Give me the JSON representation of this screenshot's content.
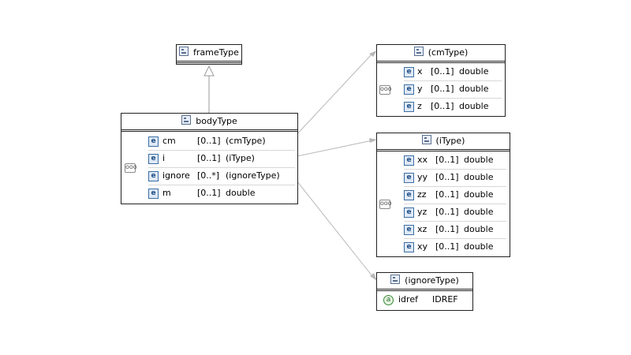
{
  "frame": {
    "name": "frameType"
  },
  "body": {
    "name": "bodyType",
    "rows": [
      {
        "kind": "e",
        "name": "cm",
        "card": "[0..1]",
        "type": "(cmType)"
      },
      {
        "kind": "e",
        "name": "i",
        "card": "[0..1]",
        "type": "(iType)"
      },
      {
        "kind": "e",
        "name": "ignore",
        "card": "[0..*]",
        "type": "(ignoreType)"
      },
      {
        "kind": "e",
        "name": "m",
        "card": "[0..1]",
        "type": "double"
      }
    ]
  },
  "cm": {
    "name": "(cmType)",
    "rows": [
      {
        "kind": "e",
        "name": "x",
        "card": "[0..1]",
        "type": "double"
      },
      {
        "kind": "e",
        "name": "y",
        "card": "[0..1]",
        "type": "double"
      },
      {
        "kind": "e",
        "name": "z",
        "card": "[0..1]",
        "type": "double"
      }
    ]
  },
  "itype": {
    "name": "(iType)",
    "rows": [
      {
        "kind": "e",
        "name": "xx",
        "card": "[0..1]",
        "type": "double"
      },
      {
        "kind": "e",
        "name": "yy",
        "card": "[0..1]",
        "type": "double"
      },
      {
        "kind": "e",
        "name": "zz",
        "card": "[0..1]",
        "type": "double"
      },
      {
        "kind": "e",
        "name": "yz",
        "card": "[0..1]",
        "type": "double"
      },
      {
        "kind": "e",
        "name": "xz",
        "card": "[0..1]",
        "type": "double"
      },
      {
        "kind": "e",
        "name": "xy",
        "card": "[0..1]",
        "type": "double"
      }
    ]
  },
  "ignore": {
    "name": "(ignoreType)",
    "rows": [
      {
        "kind": "a",
        "name": "idref",
        "card": "",
        "type": "IDREF"
      }
    ]
  },
  "icons": {
    "element": "e",
    "attribute": "a",
    "sequence": "ooo"
  }
}
